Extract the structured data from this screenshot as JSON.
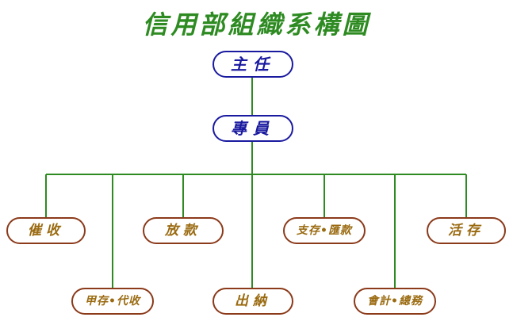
{
  "title": "信用部組織系構圖",
  "colors": {
    "title": "#2e8b22",
    "connector": "#2e8b22",
    "top_border": "#1a1aa0",
    "dept_border": "#8b3a1a",
    "dept_text": "#9a6a10"
  },
  "nodes": {
    "director": "主任",
    "specialist": "專員",
    "departments": {
      "loans": "催收",
      "lending": "放款",
      "deposits_remittance": "支存•匯款",
      "savings": "活存",
      "check_collection": "甲存•代收",
      "cashier": "出納",
      "accounting_general": "會計•總務"
    }
  }
}
